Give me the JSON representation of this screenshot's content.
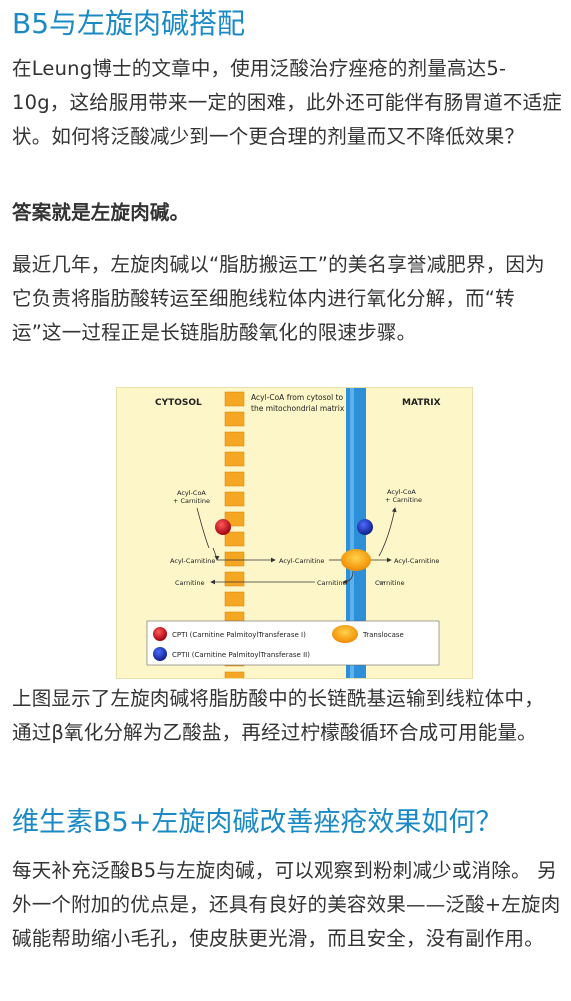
{
  "section1": {
    "title": "B5与左旋肉碱搭配",
    "para1": "在Leung博士的文章中，使用泛酸治疗痤疮的剂量高达5-10g，这给服用带来一定的困难，此外还可能伴有肠胃道不适症状。如何将泛酸减少到一个更合理的剂量而又不降低效果？",
    "answer": "答案就是左旋肉碱。",
    "para2": "最近几年，左旋肉碱以“脂肪搬运工”的美名享誉减肥界，因为它负责将脂肪酸转运至细胞线粒体内进行氧化分解，而“转运”这一过程正是长链脂肪酸氧化的限速步骤。"
  },
  "diagram": {
    "cytosol_label": "CYTOSOL",
    "matrix_label": "MATRIX",
    "header_line1": "Acyl-CoA from cytosol to",
    "header_line2": "the mitochondrial matrix",
    "left_acylcoa": "Acyl-CoA",
    "left_carnitine": "+ Carnitine",
    "right_acylcoa": "Acyl-CoA",
    "right_carnitine": "+ Carnitine",
    "acyl_carnitine_left": "Acyl-Carnitine",
    "acyl_carnitine_mid": "Acyl-Carnitine",
    "acyl_carnitine_right": "Acyl-Carnitine",
    "carnitine_left": "Carnitine",
    "carnitine_mid": "Carnitine",
    "carnitine_right": "Carnitine",
    "legend_cpt1": "CPTI (Carnitine PalmitoylTransferase I)",
    "legend_cpt2": "CPTII (Carnitine PalmitoylTransferase II)",
    "legend_translocase": "Translocase",
    "colors": {
      "background": "#fcf6c9",
      "outer_membrane": "#f5a623",
      "inner_membrane": "#2d8fd8",
      "cpt1": "#c8102e",
      "cpt2": "#1b2fa8",
      "translocase": "#f7a21b"
    }
  },
  "caption": "上图显示了左旋肉碱将脂肪酸中的长链酰基运输到线粒体中，通过β氧化分解为乙酸盐，再经过柠檬酸循环合成可用能量。",
  "section2": {
    "title": "维生素B5+左旋肉碱改善痤疮效果如何？",
    "para": "每天补充泛酸B5与左旋肉碱，可以观察到粉刺减少或消除。 另外一个附加的优点是，还具有良好的美容效果——泛酸+左旋肉碱能帮助缩小毛孔，使皮肤更光滑，而且安全，没有副作用。"
  }
}
